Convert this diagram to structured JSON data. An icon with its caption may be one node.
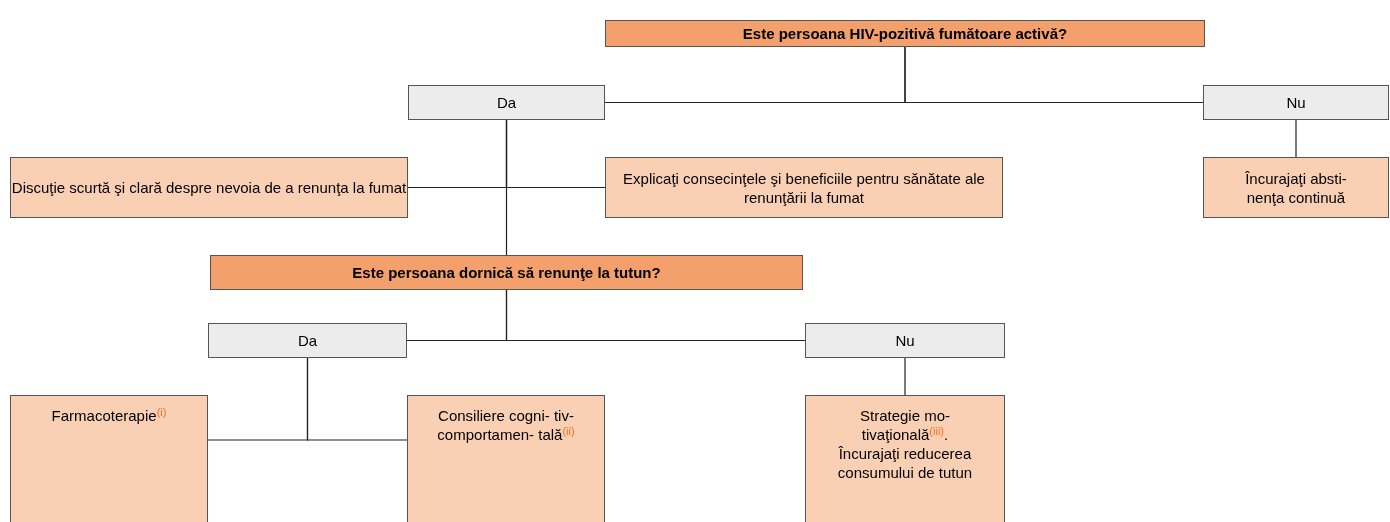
{
  "diagram": {
    "nodes": [
      {
        "text": [
          "Este persoana HIV-pozitivă fumătoare activă?"
        ]
      },
      {
        "text": [
          "Da"
        ]
      },
      {
        "text": [
          "Nu"
        ]
      },
      {
        "text": [
          "Discuţie scurtă şi clară despre nevoia de a renunţa la fumat"
        ]
      },
      {
        "text": [
          "Explicaţi consecinţele şi beneficiile pentru sănătate ale renunţării la fumat"
        ]
      },
      {
        "text": [
          "Încurajaţi absti- nenţa continuă"
        ]
      },
      {
        "text": [
          "Este persoana dornică să renunţe la tutun?"
        ]
      },
      {
        "text": [
          "Da"
        ]
      },
      {
        "text": [
          "Nu"
        ]
      },
      {
        "text": [
          "Farmacoterapie$^{(i)}$"
        ]
      },
      {
        "text": [
          "Consiliere cogni- tiv-comportamen- tală$^{(ii)}$"
        ]
      },
      {
        "text": [
          "Strategie mo- tivaţională$^{(iii)}$. Încurajaţi reducerea consumului de tutun"
        ]
      }
    ],
    "edges": [
      {
        "from": 0,
        "to": 1,
        "arrow": "none"
      },
      {
        "from": 0,
        "to": 2,
        "arrow": "none"
      },
      {
        "from": 1,
        "to": 3,
        "arrow": "none"
      },
      {
        "from": 1,
        "to": 4,
        "arrow": "none"
      },
      {
        "from": 1,
        "to": 6,
        "arrow": "none"
      },
      {
        "from": 2,
        "to": 5,
        "arrow": "none"
      },
      {
        "from": 6,
        "to": 7,
        "arrow": "none"
      },
      {
        "from": 6,
        "to": 8,
        "arrow": "none"
      },
      {
        "from": 7,
        "to": 9,
        "arrow": "none"
      },
      {
        "from": 7,
        "to": 10,
        "arrow": "none"
      },
      {
        "from": 8,
        "to": 11,
        "arrow": "none"
      }
    ]
  }
}
